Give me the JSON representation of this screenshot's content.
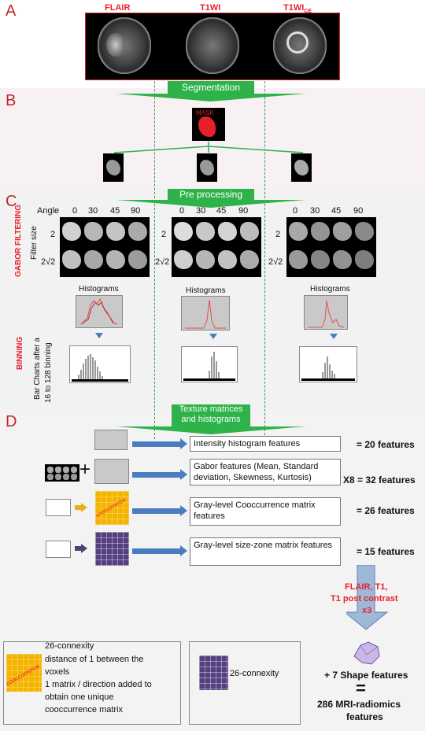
{
  "sections": {
    "a": "A",
    "b": "B",
    "c": "C",
    "d": "D"
  },
  "top": {
    "flair": "FLAIR",
    "t1wi": "T1WI",
    "t1wi_ce_main": "T1WI",
    "t1wi_ce_sub": "CE"
  },
  "segmentation": "Segmentation",
  "mask": "MASK",
  "preprocessing": "Pre processing",
  "gabor": {
    "label": "GABOR FILTERING",
    "filter_size": "Filter size",
    "angle": "Angle",
    "angles": [
      "0",
      "30",
      "45",
      "90"
    ],
    "sizes": [
      "2",
      "2√2"
    ]
  },
  "histograms": "Histograms",
  "binning": {
    "label": "BINNING",
    "caption_1": "Bar Charts after a",
    "caption_2": "16 to 128 binning"
  },
  "texture": {
    "line1": "Texture matrices",
    "line2": "and histograms"
  },
  "features": [
    {
      "text": "Intensity histogram features",
      "count": "= 20 features"
    },
    {
      "text": "Gabor features (Mean, Standard deviation, Skewness, Kurtosis)",
      "count": "X8 = 32 features"
    },
    {
      "text": "Gray-level Cooccurrence matrix features",
      "count": "= 26 features"
    },
    {
      "text": "Gray-level size-zone matrix features",
      "count": "= 15 features"
    }
  ],
  "plus": "+",
  "multiplier": {
    "line1": "FLAIR, T1,",
    "line2": "T1 post contrast",
    "line3": "x3"
  },
  "shape": "+ 7 Shape features",
  "equals": "=",
  "total": {
    "line1": "286 MRI-radiomics",
    "line2": "features"
  },
  "legend": {
    "cooc_word": "cooccurrence",
    "cooc_lines": [
      "26-connexity",
      "distance of 1 between the",
      "voxels",
      "1 matrix / direction added to",
      "obtain one unique",
      "cooccurrence matrix"
    ],
    "szm_line": "26-connexity"
  },
  "colors": {
    "accent_red": "#e8202a",
    "green": "#2db34a",
    "blue": "#4a7cc0",
    "yellow": "#f5b400",
    "purple": "#54407e"
  }
}
